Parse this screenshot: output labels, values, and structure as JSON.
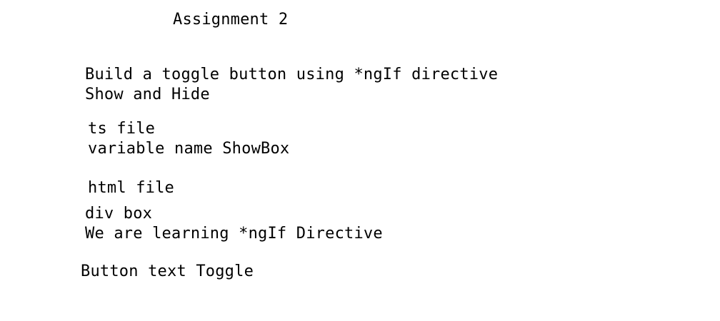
{
  "title": "Assignment 2",
  "task": {
    "line1": "Build a toggle button using *ngIf directive",
    "line2": "Show and Hide"
  },
  "ts_section": {
    "heading": "ts file",
    "variable": "variable name ShowBox"
  },
  "html_section": {
    "heading": "html file",
    "div": "div box",
    "text": "We are learning *ngIf Directive"
  },
  "button_text": "Button text Toggle"
}
